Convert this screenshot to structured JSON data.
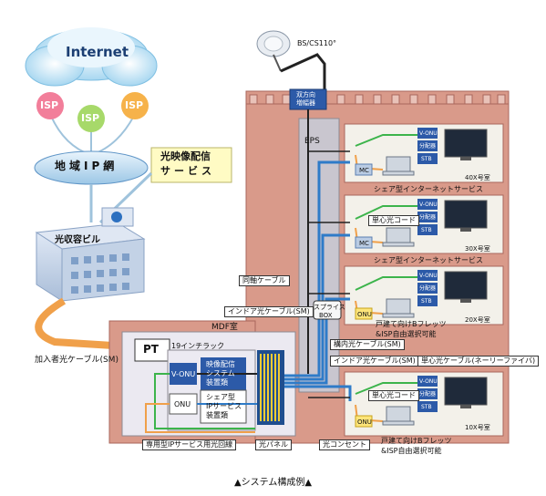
{
  "cloud": {
    "internet": "Internet",
    "isp": [
      "ISP",
      "ISP",
      "ISP"
    ]
  },
  "regional_ip_net": "地域IP網",
  "video_service": {
    "line1": "光映像配信",
    "line2": "サービス"
  },
  "office_building": "光収容ビル",
  "satellite_label": "BS/CS110°",
  "amplifier": {
    "line1": "双方向",
    "line2": "増幅器"
  },
  "eps": "EPS",
  "subscriber_cable": "加入者光ケーブル(SM)",
  "mdf": {
    "room": "MDF室",
    "rack": "19インチラック",
    "pt": "PT"
  },
  "equipment": {
    "vonu": "V-ONU",
    "video_system": [
      "映像配信",
      "システム",
      "装置類"
    ],
    "onu": "ONU",
    "share_ip": [
      "シェア型",
      "IPサービス",
      "装置類"
    ]
  },
  "labels": {
    "coax": "同軸ケーブル",
    "indoor_cable": "インドア光ケーブル(SM)",
    "splice_box": [
      "スプライス",
      "BOX"
    ],
    "campus_cable": "構内光ケーブル(SM)",
    "indoor_cable2": "インドア光ケーブル(SM)",
    "single_core_nylon": "単心光ケーブル(ネーリーファイバ)",
    "dedicated_ip": "専用型IPサービス用光回線",
    "optical_panel": "光パネル",
    "optical_outlet": "光コンセント"
  },
  "floors": [
    {
      "room": "40X号室",
      "share": "シェア型インターネットサービス",
      "mc": "MC",
      "cord": ""
    },
    {
      "room": "30X号室",
      "share": "シェア型インターネットサービス",
      "mc": "MC",
      "cord": "単心光コード"
    },
    {
      "room": "20X号室",
      "note": [
        "戸建て向けBフレッツ",
        "&ISP自由選択可能"
      ],
      "onu": "ONU"
    },
    {
      "room": "10X号室",
      "note": [
        "戸建て向けBフレッツ",
        "&ISP自由選択可能"
      ],
      "onu": "ONU",
      "cord": "単心光コード"
    }
  ],
  "room_devices": {
    "vonu": "V-ONU",
    "splitter": "分配器",
    "stb": "STB"
  },
  "caption": "▲システム構成例▲",
  "colors": {
    "building": "#d99a8a",
    "building_dark": "#a9675c",
    "room_bg": "#f3f1ea",
    "fiber_blue": "#2e7bc8",
    "fiber_orange": "#f0a04a",
    "green": "#3cb44b"
  }
}
